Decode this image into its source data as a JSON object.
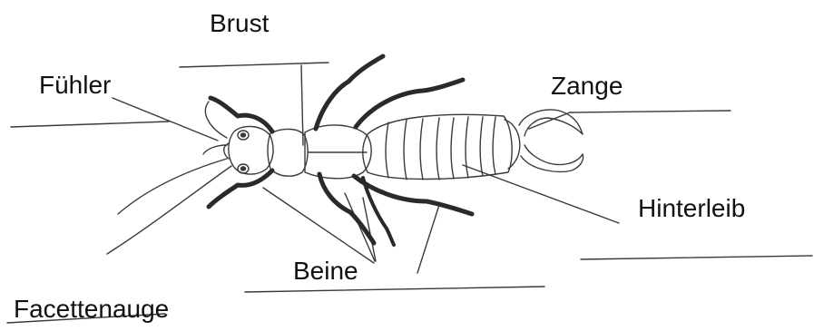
{
  "labels": {
    "brust": "Brust",
    "fuehler": "Fühler",
    "zange": "Zange",
    "hinterleib": "Hinterleib",
    "beine": "Beine",
    "facettenauge": "Facettenauge"
  },
  "colors": {
    "ink": "#111111",
    "pencil": "#3a3a3a",
    "leg_fill": "#2a2a2a",
    "background": "#ffffff"
  }
}
